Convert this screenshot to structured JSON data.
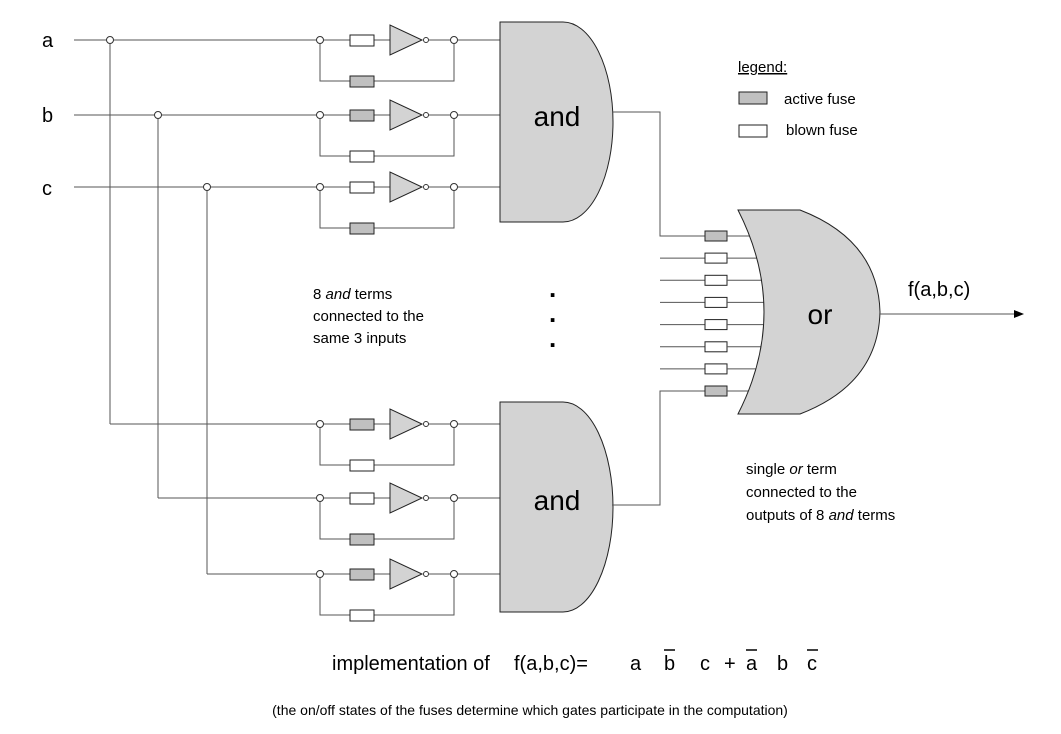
{
  "inputs": [
    "a",
    "b",
    "c"
  ],
  "legend": {
    "title": "legend:",
    "active_label": "active fuse",
    "blown_label": "blown fuse"
  },
  "colors": {
    "active_fuse": "#c0c0c0",
    "blown_fuse": "#ffffff",
    "gate_fill": "#d3d3d3"
  },
  "gates": {
    "and_label": "and",
    "or_label": "or"
  },
  "output_label": "f(a,b,c)",
  "note_and": [
    "8",
    "and",
    "terms",
    "connected to the",
    "same 3 inputs"
  ],
  "ellipsis": ".",
  "note_or": [
    "single",
    "or",
    "term",
    "connected to the",
    "outputs of 8",
    "and",
    "terms"
  ],
  "title": {
    "prefix": "implementation of",
    "lhs": "f(a,b,c)=",
    "terms": [
      {
        "text": "a",
        "bar": false
      },
      {
        "text": "b",
        "bar": true
      },
      {
        "text": "c",
        "bar": false
      },
      {
        "text": "+",
        "bar": false
      },
      {
        "text": "a",
        "bar": true
      },
      {
        "text": "b",
        "bar": false
      },
      {
        "text": "c",
        "bar": true
      }
    ]
  },
  "caption": "(the on/off states of the fuses determine which gates  participate in the computation)",
  "fuses": {
    "top_and": [
      {
        "input": "a",
        "true_fuse": "blown",
        "complement_fuse": "active"
      },
      {
        "input": "b",
        "true_fuse": "active",
        "complement_fuse": "blown"
      },
      {
        "input": "c",
        "true_fuse": "blown",
        "complement_fuse": "active"
      }
    ],
    "bottom_and": [
      {
        "input": "a",
        "true_fuse": "active",
        "complement_fuse": "blown"
      },
      {
        "input": "b",
        "true_fuse": "blown",
        "complement_fuse": "active"
      },
      {
        "input": "c",
        "true_fuse": "active",
        "complement_fuse": "blown"
      }
    ],
    "or_inputs": [
      "active",
      "blown",
      "blown",
      "blown",
      "blown",
      "blown",
      "blown",
      "active"
    ]
  }
}
